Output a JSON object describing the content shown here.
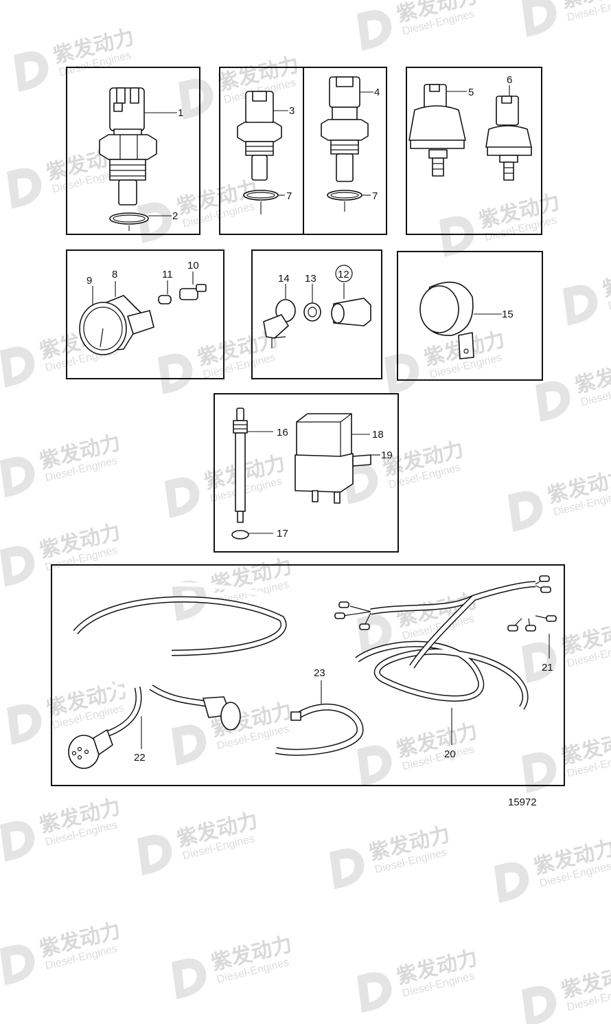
{
  "watermark": {
    "brand_cn": "紫发动力",
    "brand_en": "Diesel-Engines"
  },
  "callouts": [
    "1",
    "2",
    "3",
    "4",
    "5",
    "6",
    "7",
    "7",
    "8",
    "9",
    "10",
    "11",
    "12",
    "13",
    "14",
    "15",
    "16",
    "17",
    "18",
    "19",
    "20",
    "21",
    "22",
    "23"
  ],
  "labels": {
    "n1": "1",
    "n2": "2",
    "n3": "3",
    "n4": "4",
    "n5": "5",
    "n6": "6",
    "n7a": "7",
    "n7b": "7",
    "n8": "8",
    "n9": "9",
    "n10": "10",
    "n11": "11",
    "n12": "12",
    "n13": "13",
    "n14": "14",
    "n15": "15",
    "n16": "16",
    "n17": "17",
    "n18": "18",
    "n19": "19",
    "n20": "20",
    "n21": "21",
    "n22": "22",
    "n23": "23"
  },
  "figure_ref": "15972"
}
